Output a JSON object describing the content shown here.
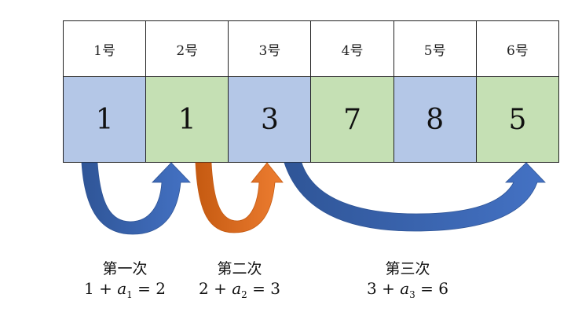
{
  "table": {
    "positions": [
      "1号",
      "2号",
      "3号",
      "4号",
      "5号",
      "6号"
    ],
    "values": [
      "1",
      "1",
      "3",
      "7",
      "8",
      "5"
    ]
  },
  "colors": {
    "blue_cell": "#b4c7e7",
    "green_cell": "#c5e0b4",
    "blue_arrow": "#4472c4",
    "blue_arrow_dark": "#2f5597",
    "orange_arrow": "#ed7d31",
    "orange_arrow_dark": "#c55a11"
  },
  "steps": [
    {
      "title": "第一次",
      "lhs": "1 + ",
      "var": "a",
      "sub": "1",
      "rhs": " = 2"
    },
    {
      "title": "第二次",
      "lhs": "2 + ",
      "var": "a",
      "sub": "2",
      "rhs": " = 3"
    },
    {
      "title": "第三次",
      "lhs": "3 + ",
      "var": "a",
      "sub": "3",
      "rhs": " = 6"
    }
  ]
}
